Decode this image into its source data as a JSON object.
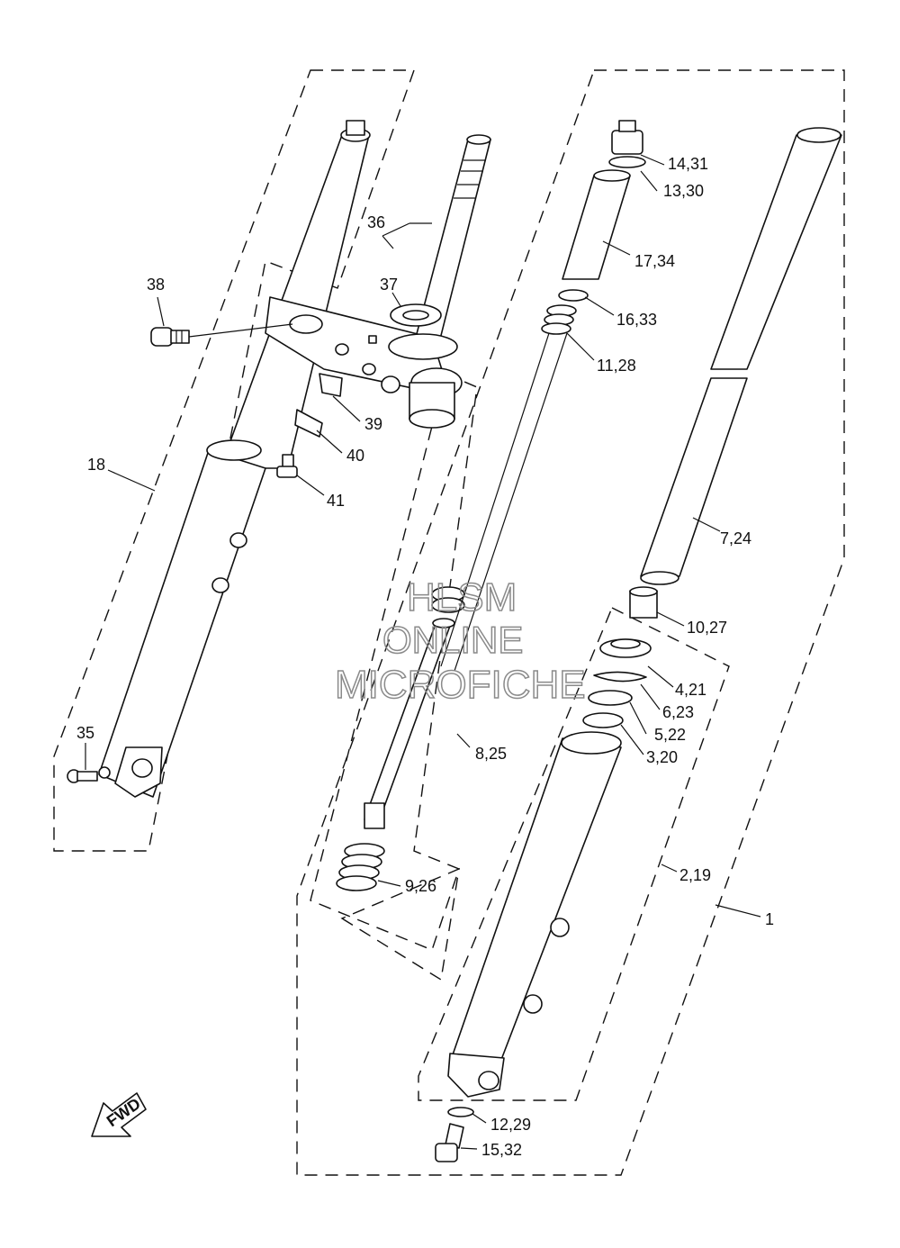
{
  "callouts": {
    "c1": "1",
    "c2": "2,19",
    "c3": "3,20",
    "c4": "4,21",
    "c5": "5,22",
    "c6": "6,23",
    "c7": "7,24",
    "c8": "8,25",
    "c9": "9,26",
    "c10": "10,27",
    "c11": "11,28",
    "c12": "12,29",
    "c13": "13,30",
    "c14": "14,31",
    "c15": "15,32",
    "c16": "16,33",
    "c17": "17,34",
    "c18": "18",
    "c35": "35",
    "c36": "36",
    "c37": "37",
    "c38": "38",
    "c39": "39",
    "c40": "40",
    "c41": "41"
  },
  "watermark": {
    "line1": "HLSM",
    "line2": "ONLINE",
    "line3": "MICROFICHE"
  },
  "direction_badge": "FWD"
}
